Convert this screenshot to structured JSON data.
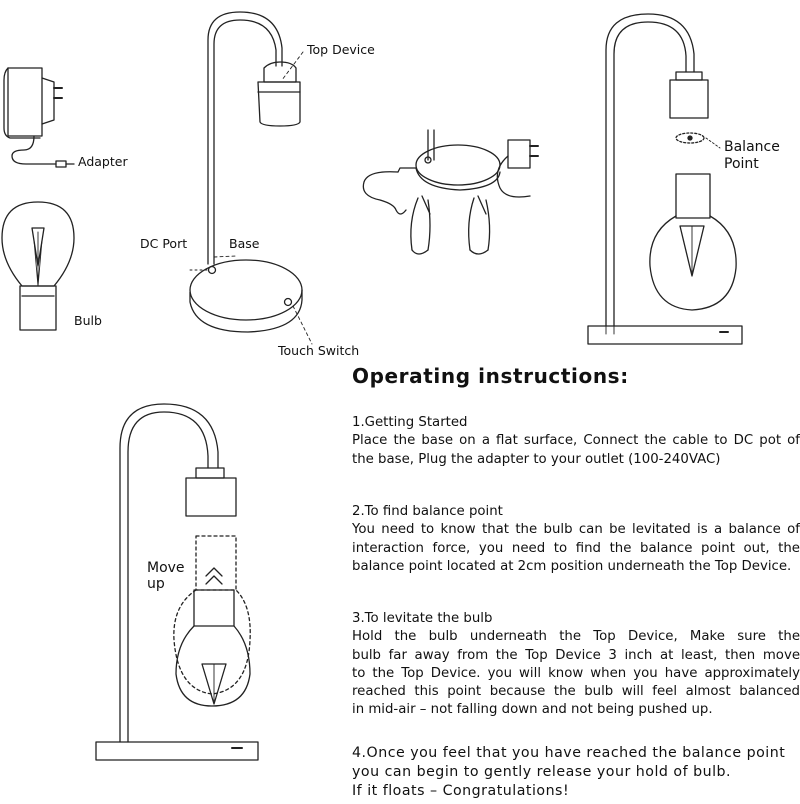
{
  "labels": {
    "adapter": "Adapter",
    "bulb": "Bulb",
    "top_device": "Top Device",
    "dc_port": "DC Port",
    "base": "Base",
    "touch_switch": "Touch Switch",
    "balance_point_1": "Balance",
    "balance_point_2": "Point",
    "move_up_1": "Move",
    "move_up_2": "up"
  },
  "heading": "Operating instructions:",
  "steps": [
    {
      "title": "1.Getting Started",
      "lines": [
        "Place the base on a flat surface, Connect the cable to DC pot of",
        "the base, Plug the adapter to your outlet (100-240VAC)"
      ]
    },
    {
      "title": "2.To find balance point",
      "lines": [
        "You need to know that the bulb can be levitated is a balance of",
        "interaction force, you need to find the balance point out, the",
        "balance point located at 2cm position underneath the Top Device."
      ]
    },
    {
      "title": "3.To levitate the bulb",
      "lines": [
        "Hold the bulb underneath the Top Device, Make sure the",
        "bulb far away from the Top Device 3 inch at least, then move",
        "to the Top Device. you will know when you have approximately",
        "reached this point because the bulb will feel almost balanced",
        "in mid-air – not falling down and not being pushed up."
      ]
    },
    {
      "title": "",
      "lines": [
        "4.Once you feel that you have reached the balance point",
        "you can begin to gently release your hold of bulb.",
        "If it floats – Congratulations!"
      ]
    }
  ]
}
